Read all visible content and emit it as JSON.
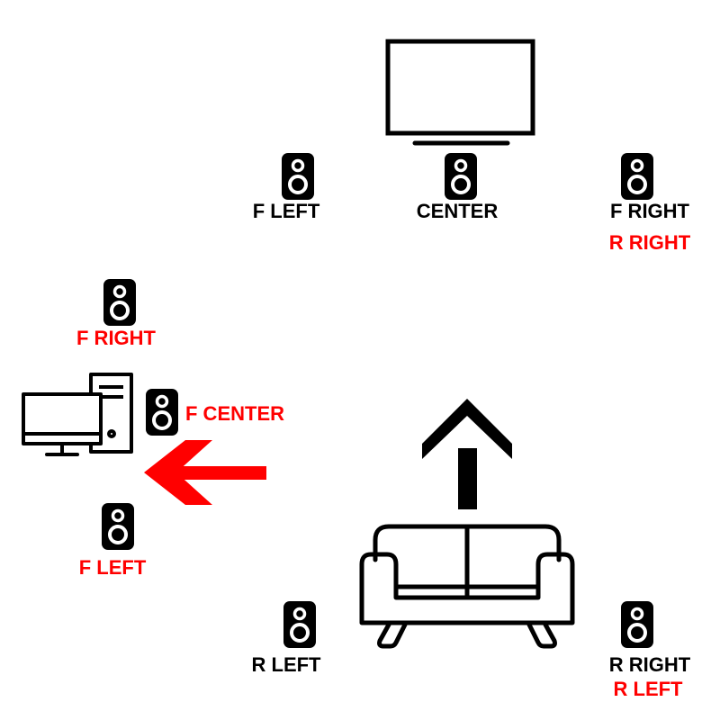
{
  "colors": {
    "primary": "#000000",
    "alternate": "#ff0000",
    "background": "#ffffff"
  },
  "icons": {
    "display": "tv-icon",
    "speaker": "speaker-icon",
    "computer": "desktop-computer-icon",
    "seat": "sofa-icon",
    "listener_facing": "arrow-up-icon",
    "pc_facing": "arrow-left-icon"
  },
  "tv_setup": {
    "front_left": "F LEFT",
    "center": "CENTER",
    "front_right": "F RIGHT",
    "front_right_alt": "R RIGHT",
    "rear_left": "R LEFT",
    "rear_right": "R RIGHT",
    "rear_right_alt": "R LEFT"
  },
  "pc_setup": {
    "top": "F RIGHT",
    "middle": "F CENTER",
    "bottom": "F LEFT"
  }
}
